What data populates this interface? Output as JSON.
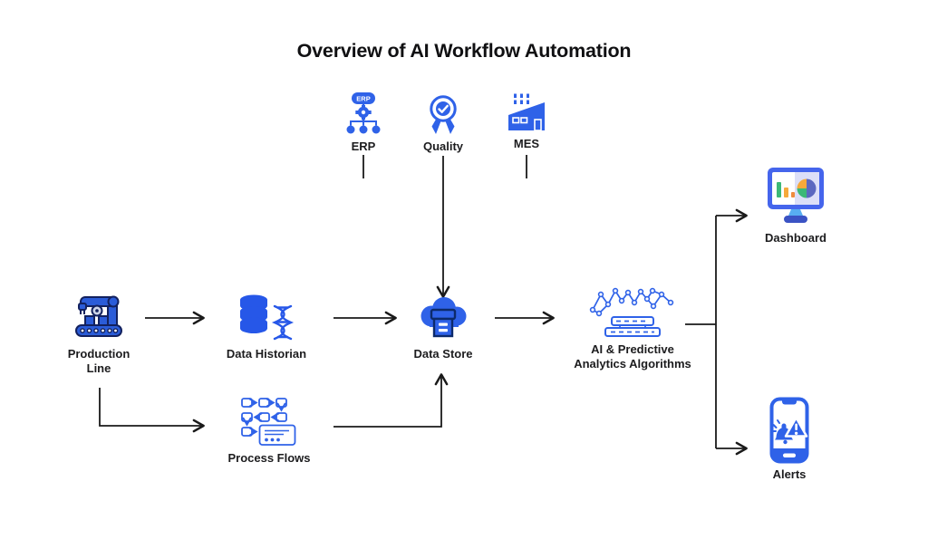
{
  "title": "Overview of AI Workflow Automation",
  "nodes": {
    "erp": {
      "label": "ERP",
      "badge": "ERP"
    },
    "quality": {
      "label": "Quality"
    },
    "mes": {
      "label": "MES"
    },
    "production_line": {
      "label": "Production\nLine"
    },
    "data_historian": {
      "label": "Data Historian"
    },
    "data_store": {
      "label": "Data Store"
    },
    "ai": {
      "label": "AI & Predictive\nAnalytics Algorithms"
    },
    "dashboard": {
      "label": "Dashboard"
    },
    "alerts": {
      "label": "Alerts"
    },
    "process_flows": {
      "label": "Process Flows"
    }
  },
  "edges": [
    {
      "from": "Production Line",
      "to": "Data Historian",
      "arrow": true
    },
    {
      "from": "Data Historian",
      "to": "Data Store",
      "arrow": true
    },
    {
      "from": "Data Store",
      "to": "AI & Predictive Analytics Algorithms",
      "arrow": true
    },
    {
      "from": "Quality",
      "to": "Data Store",
      "arrow": true
    },
    {
      "from": "Production Line",
      "to": "Process Flows",
      "arrow": true
    },
    {
      "from": "Process Flows",
      "to": "Data Store",
      "arrow": true
    },
    {
      "from": "AI & Predictive Analytics Algorithms",
      "to": "Dashboard",
      "arrow": true
    },
    {
      "from": "AI & Predictive Analytics Algorithms",
      "to": "Alerts",
      "arrow": true
    },
    {
      "from": "ERP",
      "to": "",
      "arrow": false,
      "type": "stub"
    },
    {
      "from": "MES",
      "to": "",
      "arrow": false,
      "type": "stub"
    }
  ],
  "colors": {
    "icon_blue": "#2f62e8",
    "dark_navy": "#13215e",
    "connector": "#1a1a1a",
    "label_text": "#1c1c1e",
    "chart_green": "#3cb878",
    "chart_orange": "#f6a93b",
    "chart_indigo": "#5b68c0"
  }
}
